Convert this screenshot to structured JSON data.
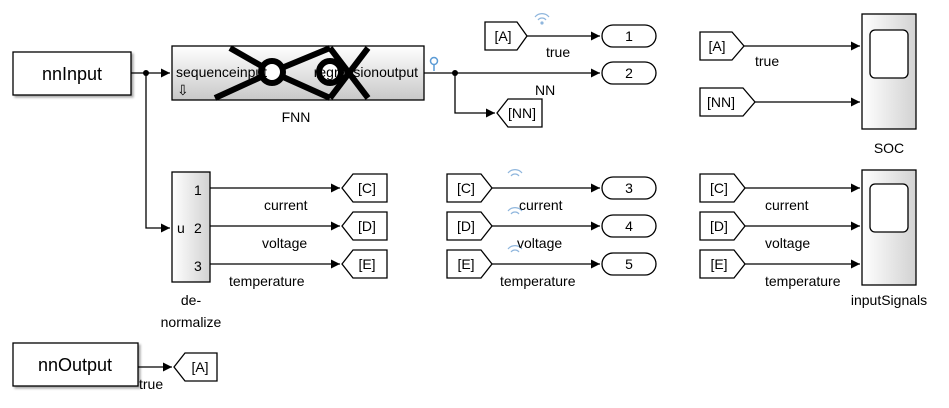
{
  "blocks": {
    "nn_input": "nnInput",
    "nn_output": "nnOutput",
    "fnn": {
      "name": "FNN",
      "in_port": "sequenceinput",
      "out_port": "regressionoutput"
    },
    "denormalize": {
      "name_line1": "de-",
      "name_line2": "normalize",
      "in_port": "u",
      "out_ports": [
        "1",
        "2",
        "3"
      ]
    },
    "scope_soc": "SOC",
    "scope_inputs": "inputSignals"
  },
  "tags": {
    "A": "[A]",
    "NN": "[NN]",
    "C": "[C]",
    "D": "[D]",
    "E": "[E]"
  },
  "outports": [
    "1",
    "2",
    "3",
    "4",
    "5"
  ],
  "signals": {
    "true": "true",
    "nn": "NN",
    "current": "current",
    "voltage": "voltage",
    "temperature": "temperature"
  },
  "colors": {
    "block_fill": "#ffffff",
    "line": "#000000",
    "gradient_top": "#ffffff",
    "gradient_bottom": "#c8c8c8",
    "icon_blue": "#5b9bd5"
  }
}
